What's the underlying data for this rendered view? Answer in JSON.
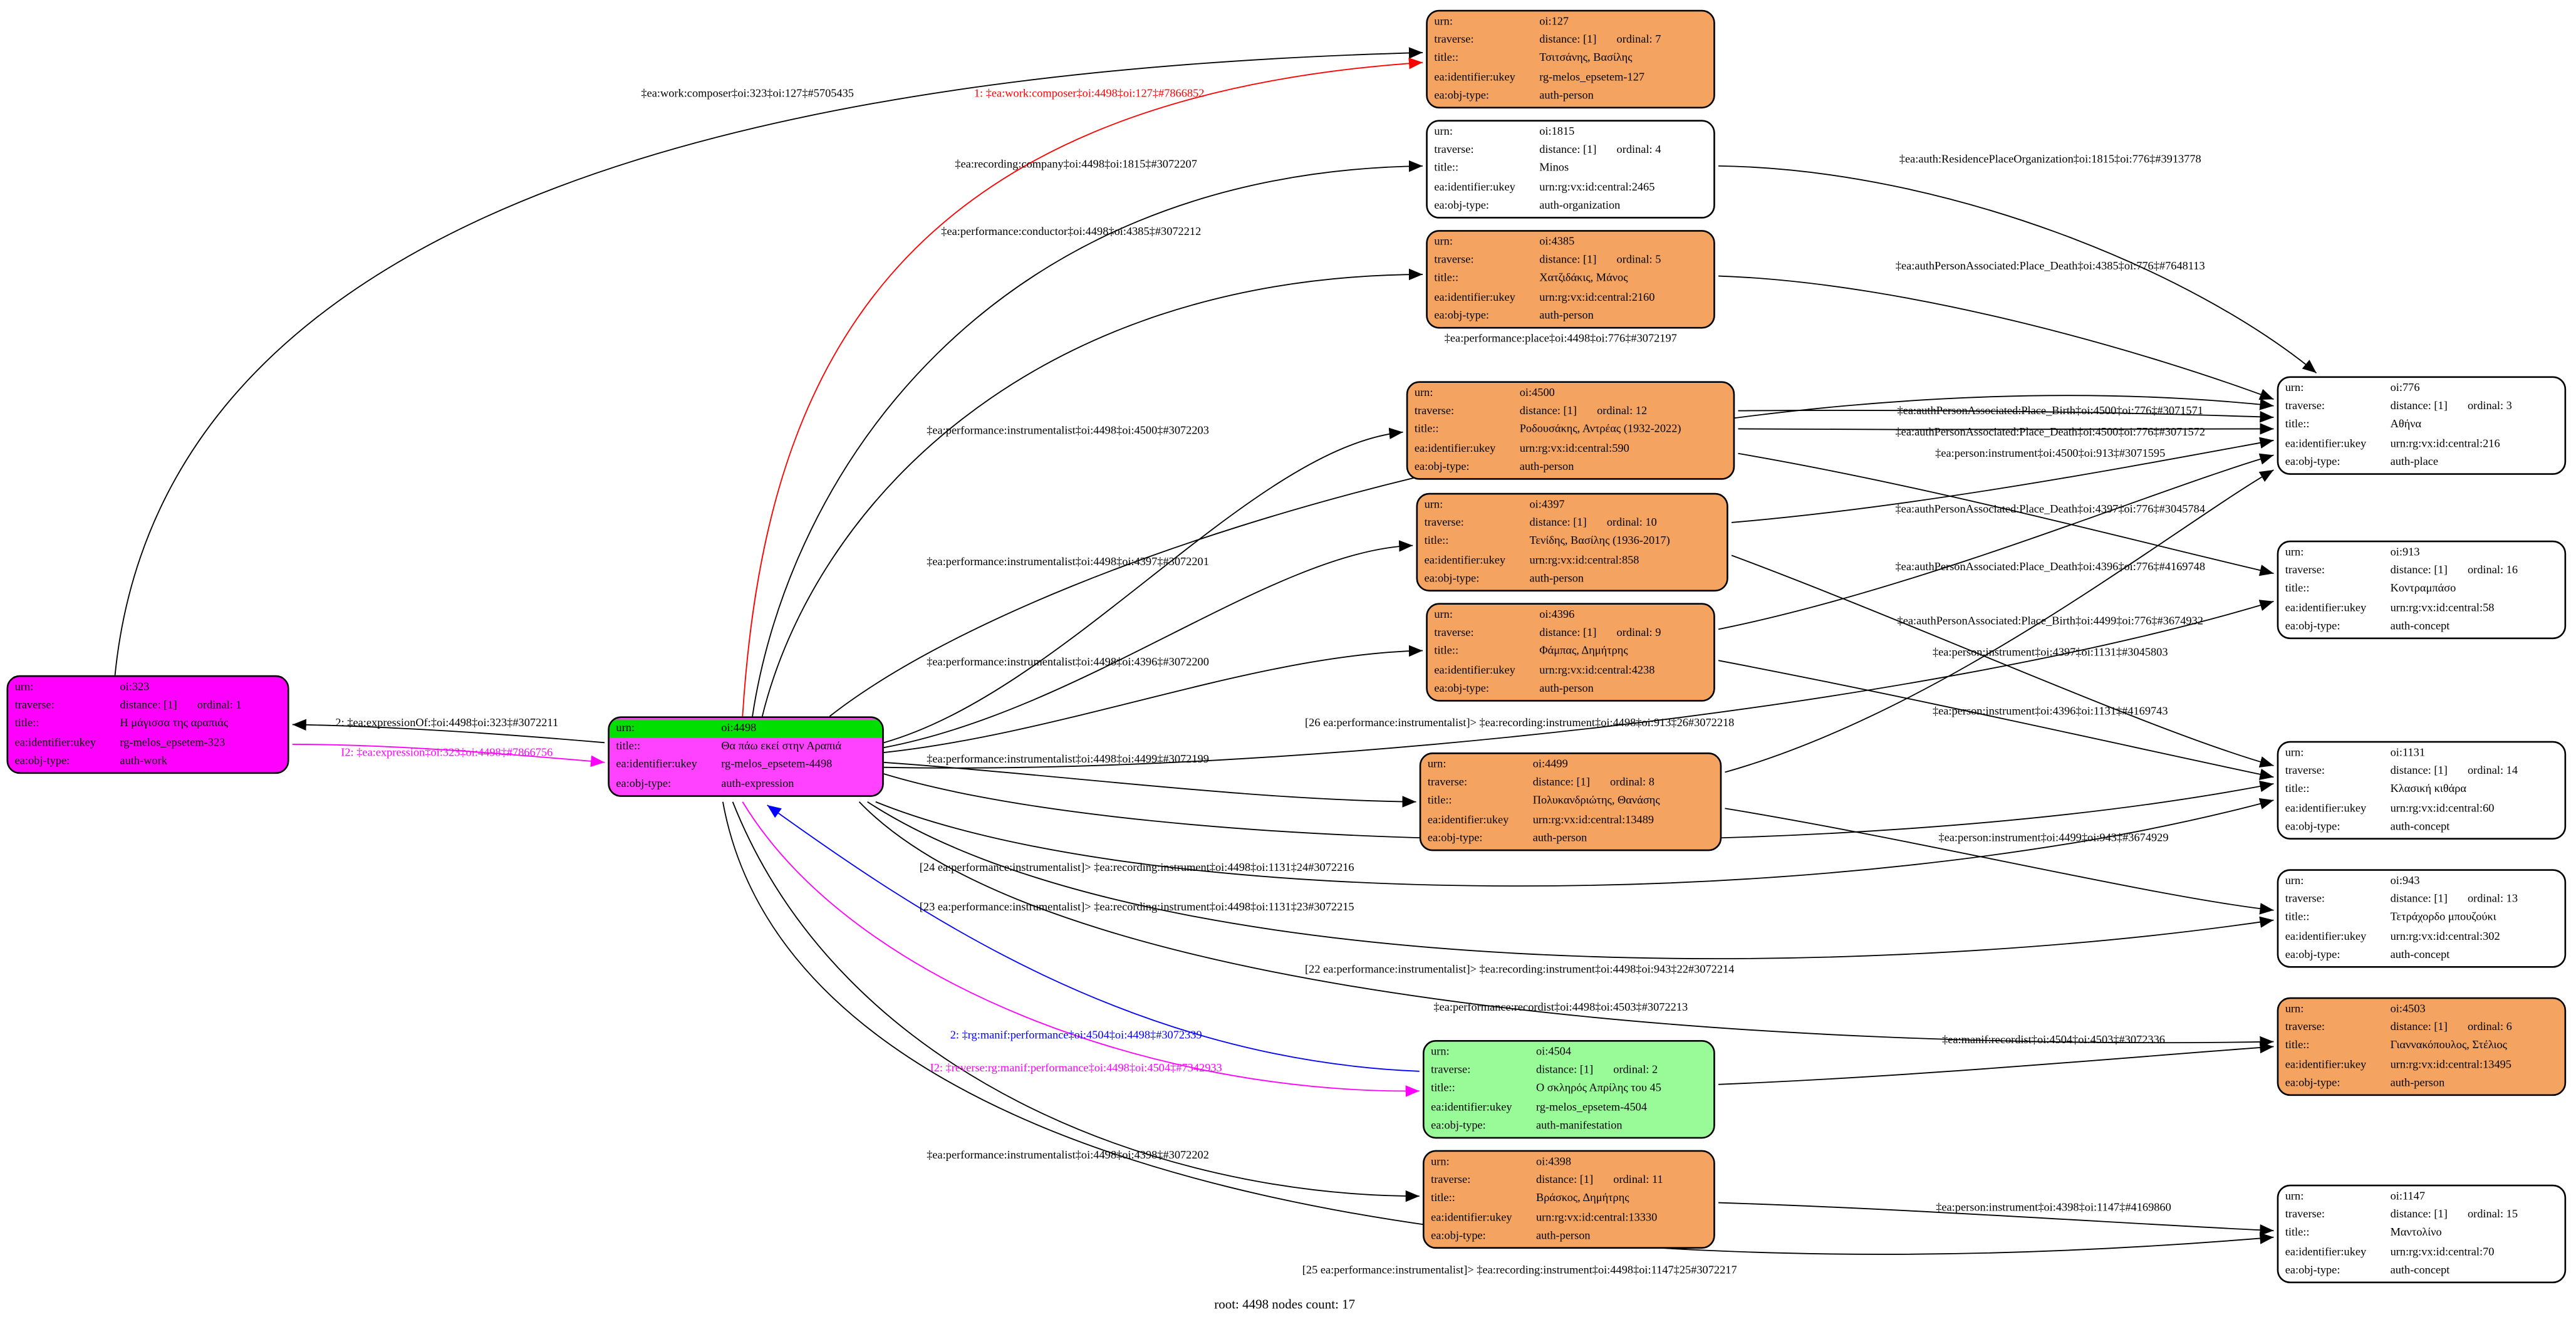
{
  "caption": "root: 4498 nodes count: 17",
  "nodes": [
    {
      "id": "oi323",
      "fill": "#ff00ff",
      "rows": [
        {
          "key": "urn:",
          "value": "oi:323"
        },
        {
          "key": "traverse:",
          "value": "distance: [1]       ordinal: 1"
        },
        {
          "key": "title::",
          "value": "Η μάγισσα της αραπιάς"
        },
        {
          "key": "ea:identifier:ukey",
          "value": "rg-melos_epsetem-323"
        },
        {
          "key": "ea:obj-type:",
          "value": "auth-work"
        }
      ]
    },
    {
      "id": "oi4498",
      "fill": "#ff42ff",
      "rows": [
        {
          "key": "urn:",
          "value": "oi:4498",
          "bg": "#00df00"
        },
        {
          "key": "title::",
          "value": "Θα πάω εκεί στην Αραπιά"
        },
        {
          "key": "ea:identifier:ukey",
          "value": "rg-melos_epsetem-4498"
        },
        {
          "key": "ea:obj-type:",
          "value": "auth-expression"
        }
      ]
    },
    {
      "id": "oi127",
      "fill": "#f4a460",
      "rows": [
        {
          "key": "urn:",
          "value": "oi:127"
        },
        {
          "key": "traverse:",
          "value": "distance: [1]       ordinal: 7"
        },
        {
          "key": "title::",
          "value": "Τσιτσάνης, Βασίλης"
        },
        {
          "key": "ea:identifier:ukey",
          "value": "rg-melos_epsetem-127"
        },
        {
          "key": "ea:obj-type:",
          "value": "auth-person"
        }
      ]
    },
    {
      "id": "oi1815",
      "fill": "#ffffff",
      "rows": [
        {
          "key": "urn:",
          "value": "oi:1815"
        },
        {
          "key": "traverse:",
          "value": "distance: [1]       ordinal: 4"
        },
        {
          "key": "title::",
          "value": "Minos"
        },
        {
          "key": "ea:identifier:ukey",
          "value": "urn:rg:vx:id:central:2465"
        },
        {
          "key": "ea:obj-type:",
          "value": "auth-organization"
        }
      ]
    },
    {
      "id": "oi4385",
      "fill": "#f4a460",
      "rows": [
        {
          "key": "urn:",
          "value": "oi:4385"
        },
        {
          "key": "traverse:",
          "value": "distance: [1]       ordinal: 5"
        },
        {
          "key": "title::",
          "value": "Χατζιδάκις, Μάνος"
        },
        {
          "key": "ea:identifier:ukey",
          "value": "urn:rg:vx:id:central:2160"
        },
        {
          "key": "ea:obj-type:",
          "value": "auth-person"
        }
      ]
    },
    {
      "id": "oi4500",
      "fill": "#f4a460",
      "rows": [
        {
          "key": "urn:",
          "value": "oi:4500"
        },
        {
          "key": "traverse:",
          "value": "distance: [1]       ordinal: 12"
        },
        {
          "key": "title::",
          "value": "Ροδουσάκης, Αντρέας (1932-2022)"
        },
        {
          "key": "ea:identifier:ukey",
          "value": "urn:rg:vx:id:central:590"
        },
        {
          "key": "ea:obj-type:",
          "value": "auth-person"
        }
      ]
    },
    {
      "id": "oi4397",
      "fill": "#f4a460",
      "rows": [
        {
          "key": "urn:",
          "value": "oi:4397"
        },
        {
          "key": "traverse:",
          "value": "distance: [1]       ordinal: 10"
        },
        {
          "key": "title::",
          "value": "Τενίδης, Βασίλης (1936-2017)"
        },
        {
          "key": "ea:identifier:ukey",
          "value": "urn:rg:vx:id:central:858"
        },
        {
          "key": "ea:obj-type:",
          "value": "auth-person"
        }
      ]
    },
    {
      "id": "oi4396",
      "fill": "#f4a460",
      "rows": [
        {
          "key": "urn:",
          "value": "oi:4396"
        },
        {
          "key": "traverse:",
          "value": "distance: [1]       ordinal: 9"
        },
        {
          "key": "title::",
          "value": "Φάμπας, Δημήτρης"
        },
        {
          "key": "ea:identifier:ukey",
          "value": "urn:rg:vx:id:central:4238"
        },
        {
          "key": "ea:obj-type:",
          "value": "auth-person"
        }
      ]
    },
    {
      "id": "oi4499",
      "fill": "#f4a460",
      "rows": [
        {
          "key": "urn:",
          "value": "oi:4499"
        },
        {
          "key": "traverse:",
          "value": "distance: [1]       ordinal: 8"
        },
        {
          "key": "title::",
          "value": "Πολυκανδριώτης, Θανάσης"
        },
        {
          "key": "ea:identifier:ukey",
          "value": "urn:rg:vx:id:central:13489"
        },
        {
          "key": "ea:obj-type:",
          "value": "auth-person"
        }
      ]
    },
    {
      "id": "oi4504",
      "fill": "#98fb98",
      "rows": [
        {
          "key": "urn:",
          "value": "oi:4504"
        },
        {
          "key": "traverse:",
          "value": "distance: [1]       ordinal: 2"
        },
        {
          "key": "title::",
          "value": "Ο σκληρός Απρίλης του 45"
        },
        {
          "key": "ea:identifier:ukey",
          "value": "rg-melos_epsetem-4504"
        },
        {
          "key": "ea:obj-type:",
          "value": "auth-manifestation"
        }
      ]
    },
    {
      "id": "oi4398",
      "fill": "#f4a460",
      "rows": [
        {
          "key": "urn:",
          "value": "oi:4398"
        },
        {
          "key": "traverse:",
          "value": "distance: [1]       ordinal: 11"
        },
        {
          "key": "title::",
          "value": "Βράσκος, Δημήτρης"
        },
        {
          "key": "ea:identifier:ukey",
          "value": "urn:rg:vx:id:central:13330"
        },
        {
          "key": "ea:obj-type:",
          "value": "auth-person"
        }
      ]
    },
    {
      "id": "oi776",
      "fill": "#ffffff",
      "rows": [
        {
          "key": "urn:",
          "value": "oi:776"
        },
        {
          "key": "traverse:",
          "value": "distance: [1]       ordinal: 3"
        },
        {
          "key": "title::",
          "value": "Αθήνα"
        },
        {
          "key": "ea:identifier:ukey",
          "value": "urn:rg:vx:id:central:216"
        },
        {
          "key": "ea:obj-type:",
          "value": "auth-place"
        }
      ]
    },
    {
      "id": "oi913",
      "fill": "#ffffff",
      "rows": [
        {
          "key": "urn:",
          "value": "oi:913"
        },
        {
          "key": "traverse:",
          "value": "distance: [1]       ordinal: 16"
        },
        {
          "key": "title::",
          "value": "Κοντραμπάσο"
        },
        {
          "key": "ea:identifier:ukey",
          "value": "urn:rg:vx:id:central:58"
        },
        {
          "key": "ea:obj-type:",
          "value": "auth-concept"
        }
      ]
    },
    {
      "id": "oi1131",
      "fill": "#ffffff",
      "rows": [
        {
          "key": "urn:",
          "value": "oi:1131"
        },
        {
          "key": "traverse:",
          "value": "distance: [1]       ordinal: 14"
        },
        {
          "key": "title::",
          "value": "Κλασική κιθάρα"
        },
        {
          "key": "ea:identifier:ukey",
          "value": "urn:rg:vx:id:central:60"
        },
        {
          "key": "ea:obj-type:",
          "value": "auth-concept"
        }
      ]
    },
    {
      "id": "oi943",
      "fill": "#ffffff",
      "rows": [
        {
          "key": "urn:",
          "value": "oi:943"
        },
        {
          "key": "traverse:",
          "value": "distance: [1]       ordinal: 13"
        },
        {
          "key": "title::",
          "value": "Τετράχορδο μπουζούκι"
        },
        {
          "key": "ea:identifier:ukey",
          "value": "urn:rg:vx:id:central:302"
        },
        {
          "key": "ea:obj-type:",
          "value": "auth-concept"
        }
      ]
    },
    {
      "id": "oi4503",
      "fill": "#f4a460",
      "rows": [
        {
          "key": "urn:",
          "value": "oi:4503"
        },
        {
          "key": "traverse:",
          "value": "distance: [1]       ordinal: 6"
        },
        {
          "key": "title::",
          "value": "Γιαννακόπουλος, Στέλιος"
        },
        {
          "key": "ea:identifier:ukey",
          "value": "urn:rg:vx:id:central:13495"
        },
        {
          "key": "ea:obj-type:",
          "value": "auth-person"
        }
      ]
    },
    {
      "id": "oi1147",
      "fill": "#ffffff",
      "rows": [
        {
          "key": "urn:",
          "value": "oi:1147"
        },
        {
          "key": "traverse:",
          "value": "distance: [1]       ordinal: 15"
        },
        {
          "key": "title::",
          "value": "Μαντολίνο"
        },
        {
          "key": "ea:identifier:ukey",
          "value": "urn:rg:vx:id:central:70"
        },
        {
          "key": "ea:obj-type:",
          "value": "auth-concept"
        }
      ]
    }
  ],
  "edges": [
    {
      "id": "e1",
      "label": "‡ea:work:composer‡oi:323‡oi:127‡#5705435",
      "color": "#000000"
    },
    {
      "id": "e2",
      "label": "1: ‡ea:work:composer‡oi:4498‡oi:127‡#7866852",
      "color": "#ff0000"
    },
    {
      "id": "e3",
      "label": "‡ea:recording:company‡oi:4498‡oi:1815‡#3072207",
      "color": "#000000"
    },
    {
      "id": "e4",
      "label": "‡ea:performance:conductor‡oi:4498‡oi:4385‡#3072212",
      "color": "#000000"
    },
    {
      "id": "e5",
      "label": "‡ea:performance:place‡oi:4498‡oi:776‡#3072197",
      "color": "#000000"
    },
    {
      "id": "e6",
      "label": "‡ea:performance:instrumentalist‡oi:4498‡oi:4500‡#3072203",
      "color": "#000000"
    },
    {
      "id": "e7",
      "label": "‡ea:performance:instrumentalist‡oi:4498‡oi:4397‡#3072201",
      "color": "#000000"
    },
    {
      "id": "e8",
      "label": "‡ea:performance:instrumentalist‡oi:4498‡oi:4396‡#3072200",
      "color": "#000000"
    },
    {
      "id": "e9",
      "label": "‡ea:performance:instrumentalist‡oi:4498‡oi:4499‡#3072199",
      "color": "#000000"
    },
    {
      "id": "e10",
      "label": "2: ‡ea:expressionOf:‡oi:4498‡oi:323‡#3072211",
      "color": "#000000"
    },
    {
      "id": "e11",
      "label": "I2: ‡ea:expression‡oi:323‡oi:4498‡#7866756",
      "color": "#ff00ff"
    },
    {
      "id": "e12",
      "label": "[26 ea:performance:instrumentalist]> ‡ea:recording:instrument‡oi:4498‡oi:913‡26#3072218",
      "color": "#000000"
    },
    {
      "id": "e13",
      "label": "[24 ea:performance:instrumentalist]> ‡ea:recording:instrument‡oi:4498‡oi:1131‡24#3072216",
      "color": "#000000"
    },
    {
      "id": "e14",
      "label": "[23 ea:performance:instrumentalist]> ‡ea:recording:instrument‡oi:4498‡oi:1131‡23#3072215",
      "color": "#000000"
    },
    {
      "id": "e15",
      "label": "[22 ea:performance:instrumentalist]> ‡ea:recording:instrument‡oi:4498‡oi:943‡22#3072214",
      "color": "#000000"
    },
    {
      "id": "e16",
      "label": "‡ea:performance:recordist‡oi:4498‡oi:4503‡#3072213",
      "color": "#000000"
    },
    {
      "id": "e17",
      "label": "2: ‡rg:manif:performance‡oi:4504‡oi:4498‡#3072339",
      "color": "#0000ff"
    },
    {
      "id": "e18",
      "label": "I2: ‡reverse:rg:manif:performance‡oi:4498‡oi:4504‡#7342933",
      "color": "#ff00ff"
    },
    {
      "id": "e19",
      "label": "‡ea:performance:instrumentalist‡oi:4498‡oi:4398‡#3072202",
      "color": "#000000"
    },
    {
      "id": "e20",
      "label": "[25 ea:performance:instrumentalist]> ‡ea:recording:instrument‡oi:4498‡oi:1147‡25#3072217",
      "color": "#000000"
    },
    {
      "id": "e21",
      "label": "‡ea:auth:ResidencePlaceOrganization‡oi:1815‡oi:776‡#3913778",
      "color": "#000000"
    },
    {
      "id": "e22",
      "label": "‡ea:authPersonAssociated:Place_Death‡oi:4385‡oi:776‡#7648113",
      "color": "#000000"
    },
    {
      "id": "e23",
      "label": "‡ea:authPersonAssociated:Place_Birth‡oi:4500‡oi:776‡#3071571",
      "color": "#000000"
    },
    {
      "id": "e24",
      "label": "‡ea:authPersonAssociated:Place_Death‡oi:4500‡oi:776‡#3071572",
      "color": "#000000"
    },
    {
      "id": "e25",
      "label": "‡ea:person:instrument‡oi:4500‡oi:913‡#3071595",
      "color": "#000000"
    },
    {
      "id": "e26",
      "label": "‡ea:authPersonAssociated:Place_Death‡oi:4397‡oi:776‡#3045784",
      "color": "#000000"
    },
    {
      "id": "e27",
      "label": "‡ea:authPersonAssociated:Place_Death‡oi:4396‡oi:776‡#4169748",
      "color": "#000000"
    },
    {
      "id": "e28",
      "label": "‡ea:authPersonAssociated:Place_Birth‡oi:4499‡oi:776‡#3674932",
      "color": "#000000"
    },
    {
      "id": "e29",
      "label": "‡ea:person:instrument‡oi:4397‡oi:1131‡#3045803",
      "color": "#000000"
    },
    {
      "id": "e30",
      "label": "‡ea:person:instrument‡oi:4396‡oi:1131‡#4169743",
      "color": "#000000"
    },
    {
      "id": "e31",
      "label": "‡ea:person:instrument‡oi:4499‡oi:943‡#3674929",
      "color": "#000000"
    },
    {
      "id": "e32",
      "label": "‡ea:manif:recordist‡oi:4504‡oi:4503‡#3072336",
      "color": "#000000"
    },
    {
      "id": "e33",
      "label": "‡ea:person:instrument‡oi:4398‡oi:1147‡#4169860",
      "color": "#000000"
    }
  ]
}
